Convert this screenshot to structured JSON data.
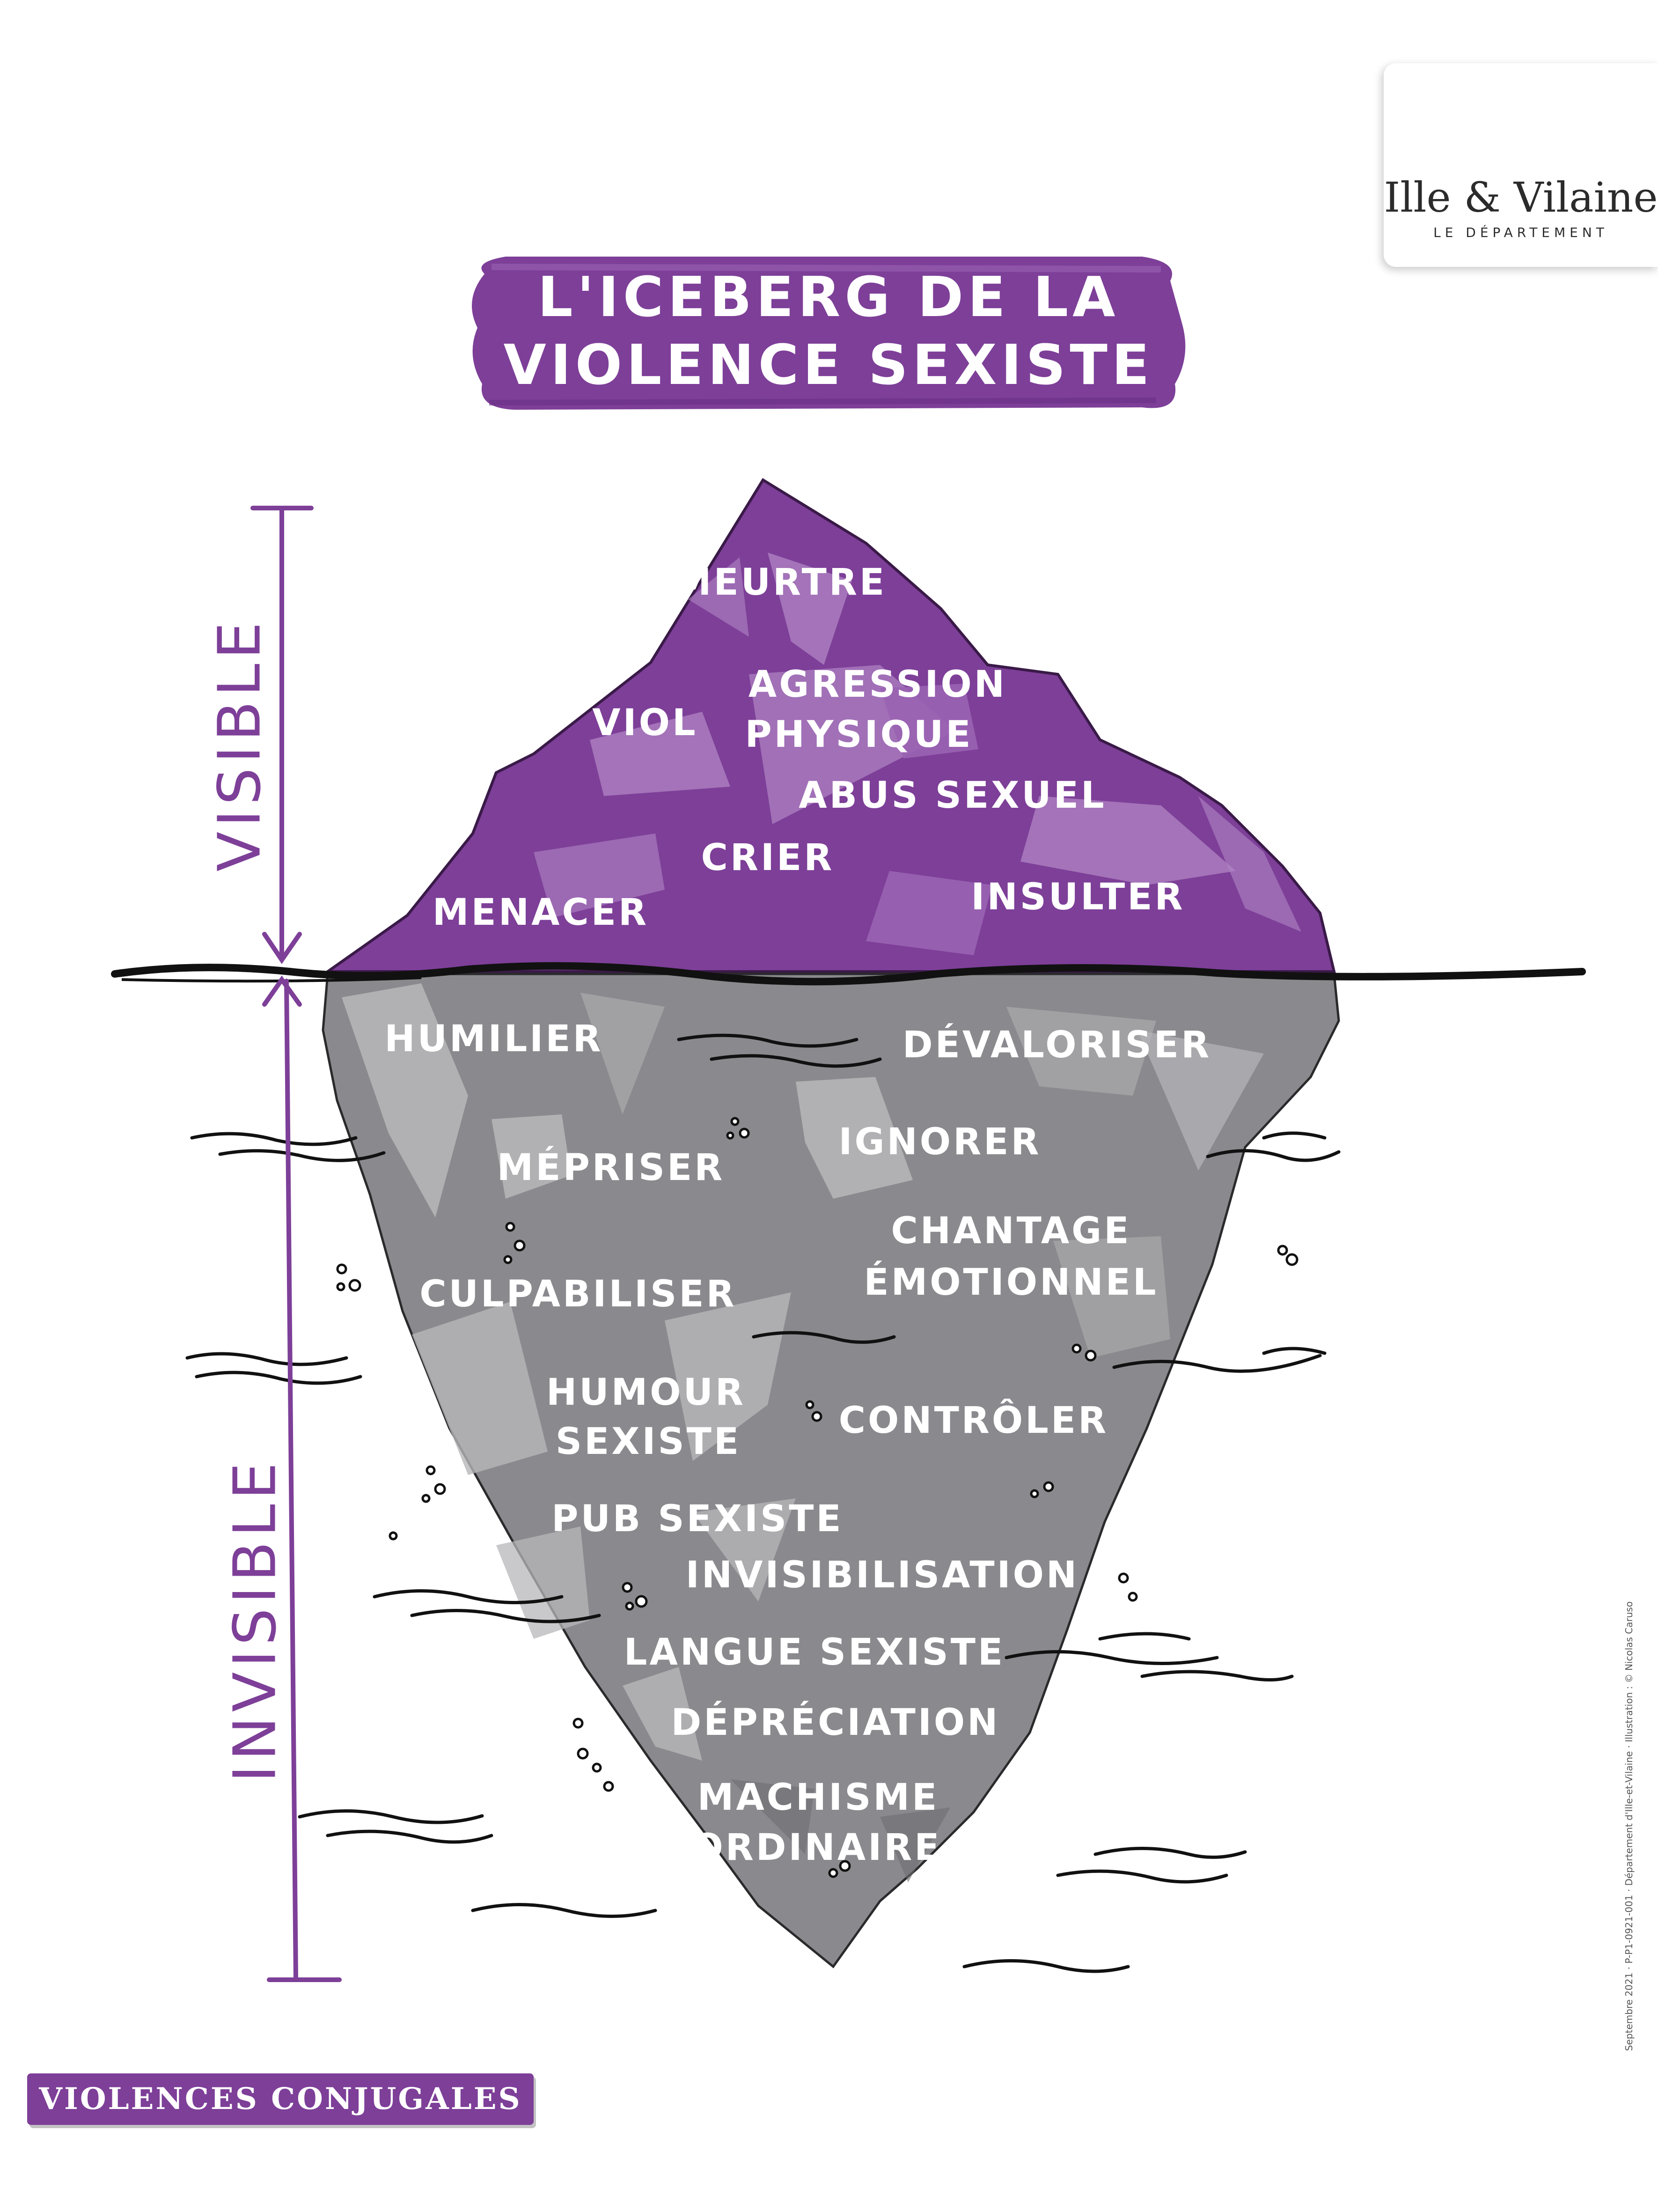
{
  "title": {
    "line1": "L'ICEBERG DE LA",
    "line2": "VIOLENCE SEXISTE"
  },
  "logo": {
    "name": "Ille & Vilaine",
    "subtitle": "LE DÉPARTEMENT"
  },
  "scale": {
    "visible_label": "VISIBLE",
    "invisible_label": "INVISIBLE"
  },
  "visible_items": [
    "MEURTRE",
    "VIOL",
    "AGRESSION PHYSIQUE",
    "ABUS SEXUEL",
    "CRIER",
    "MENACER",
    "INSULTER"
  ],
  "invisible_items": [
    "HUMILIER",
    "DÉVALORISER",
    "MÉPRISER",
    "IGNORER",
    "CHANTAGE ÉMOTIONNEL",
    "CULPABILISER",
    "HUMOUR SEXISTE",
    "CONTRÔLER",
    "PUB SEXISTE",
    "INVISIBILISATION",
    "LANGUE SEXISTE",
    "DÉPRÉCIATION",
    "MACHISME ORDINAIRE"
  ],
  "labels": {
    "meurtre": "MEURTRE",
    "viol": "VIOL",
    "agression_1": "AGRESSION",
    "agression_2": "PHYSIQUE",
    "abus_sexuel": "ABUS SEXUEL",
    "crier": "CRIER",
    "menacer": "MENACER",
    "insulter": "INSULTER",
    "humilier": "HUMILIER",
    "devaloriser": "DÉVALORISER",
    "mepriser": "MÉPRISER",
    "ignorer": "IGNORER",
    "chantage_1": "CHANTAGE",
    "chantage_2": "ÉMOTIONNEL",
    "culpabiliser": "CULPABILISER",
    "humour_1": "HUMOUR",
    "humour_2": "SEXISTE",
    "controler": "CONTRÔLER",
    "pub_sexiste": "PUB SEXISTE",
    "invisibilisation": "INVISIBILISATION",
    "langue_sexiste": "LANGUE SEXISTE",
    "depreciation": "DÉPRÉCIATION",
    "machisme_1": "MACHISME",
    "machisme_2": "ORDINAIRE"
  },
  "footer": {
    "badge": "VIOLENCES CONJUGALES",
    "credit": "Septembre 2021 · P-P1-0921-001 · Département d'Ille-et-Vilaine · Illustration : © Nicolas Caruso"
  },
  "colors": {
    "purple": "#7d3f98",
    "purple_light": "#b186c4",
    "ice_gray": "#8a8a8e",
    "ice_gray_light": "#b7b7ba",
    "ink": "#111111",
    "logo_red": "#c0202a"
  }
}
